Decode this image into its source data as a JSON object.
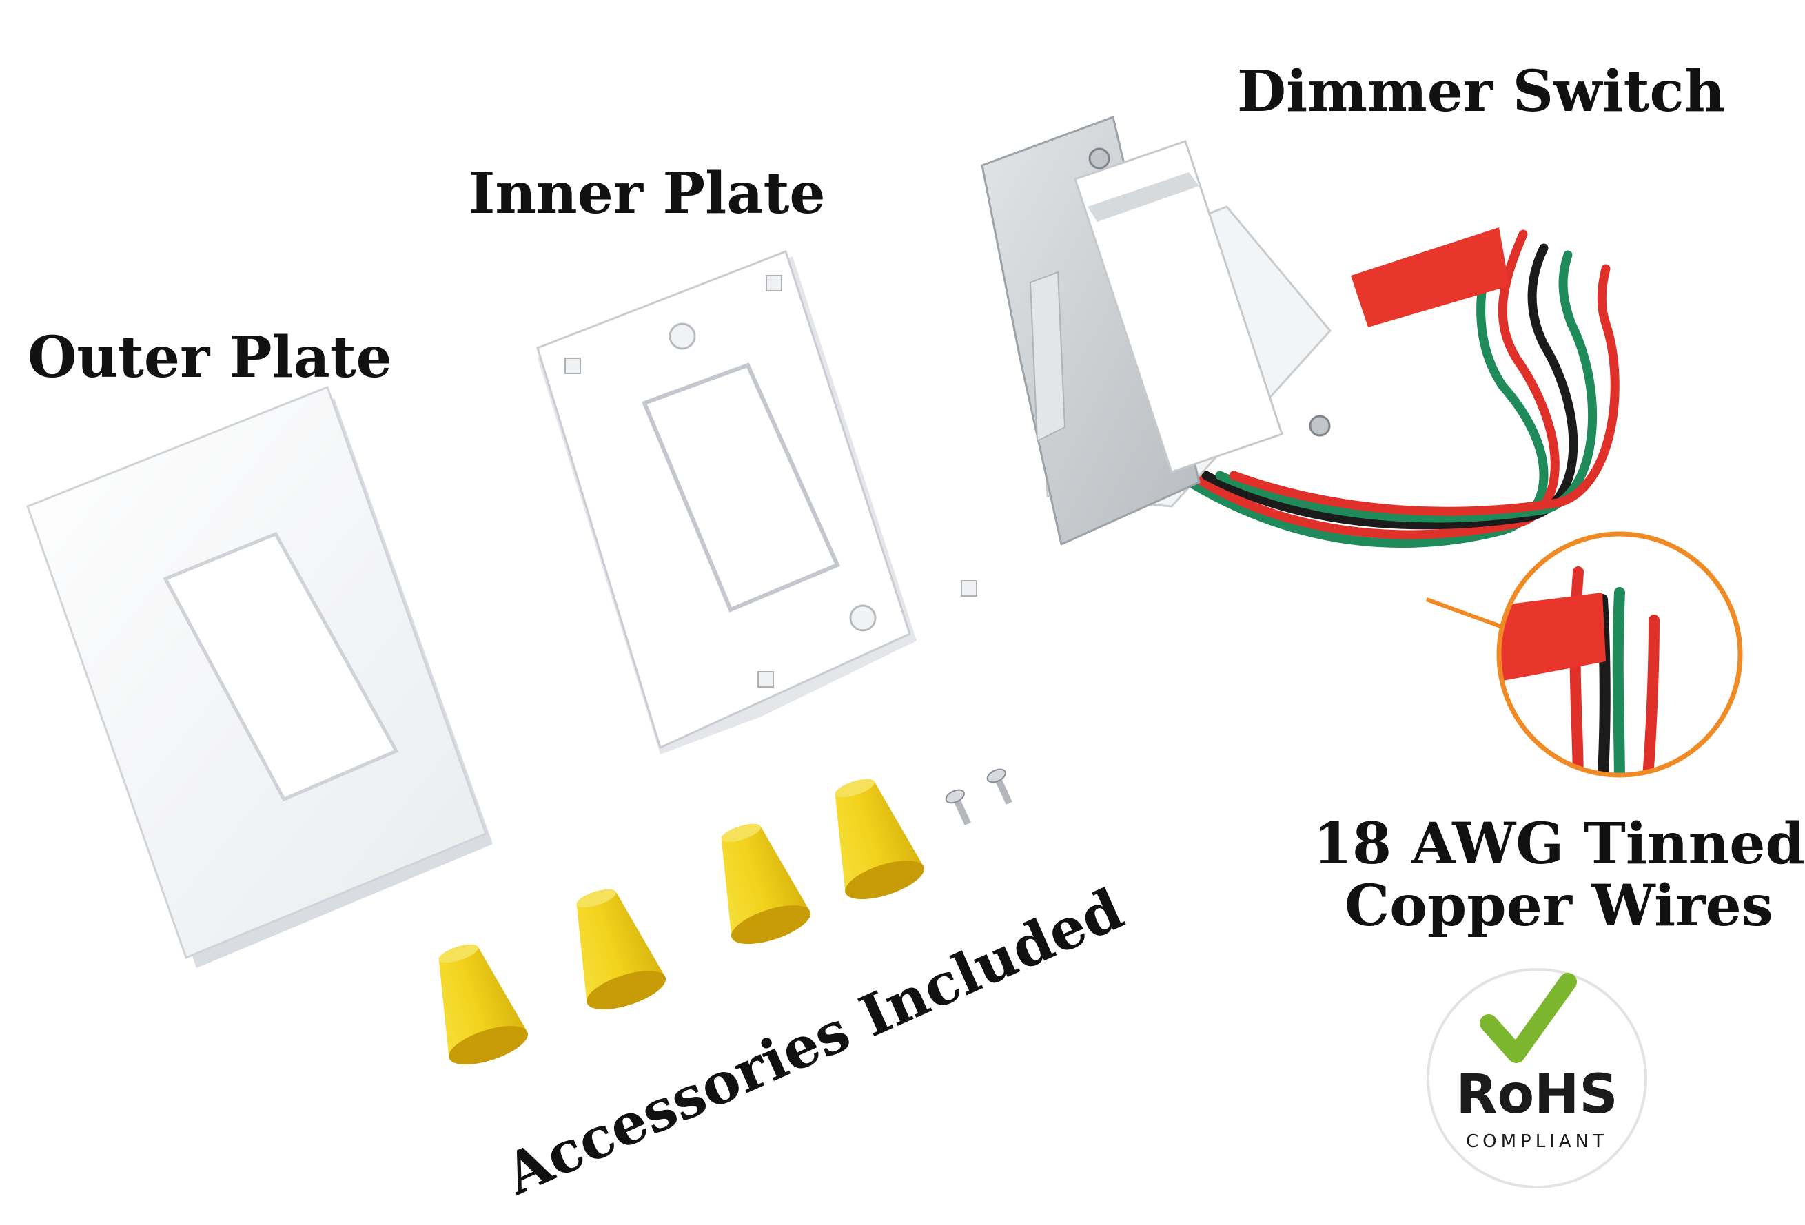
{
  "labels": {
    "dimmer_switch": "Dimmer Switch",
    "inner_plate": "Inner Plate",
    "outer_plate": "Outer Plate",
    "wires_line1": "18 AWG Tinned",
    "wires_line2": "Copper Wires",
    "accessories": "Accessories Included"
  },
  "badge": {
    "title": "RoHS",
    "subtitle": "COMPLIANT",
    "check_color": "#7cb62e"
  },
  "icons": [
    "rohs-check-icon"
  ],
  "colors": {
    "zoom_ring": "#f08a24",
    "wire_red": "#e0302a",
    "wire_black": "#1b1b1b",
    "wire_green": "#1f8a5a",
    "wire_nut": "#f2d21c",
    "tag": "#e8362c"
  }
}
